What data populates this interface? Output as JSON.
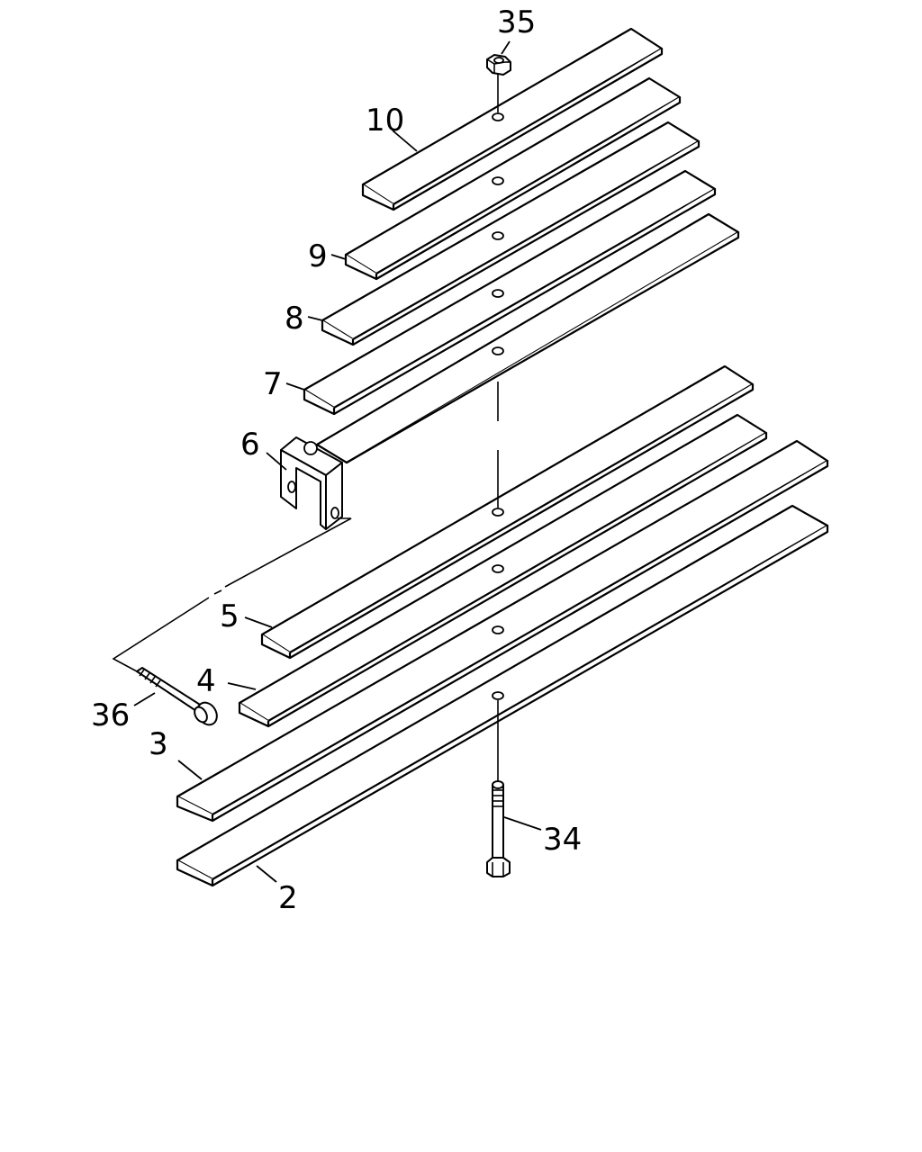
{
  "diagram": {
    "callouts": {
      "c35": "35",
      "c10": "10",
      "c9": "9",
      "c8": "8",
      "c7": "7",
      "c6": "6",
      "c5": "5",
      "c4": "4",
      "c36": "36",
      "c3": "3",
      "c34": "34",
      "c2": "2"
    },
    "colors": {
      "line": "#000000",
      "background": "#ffffff"
    }
  }
}
